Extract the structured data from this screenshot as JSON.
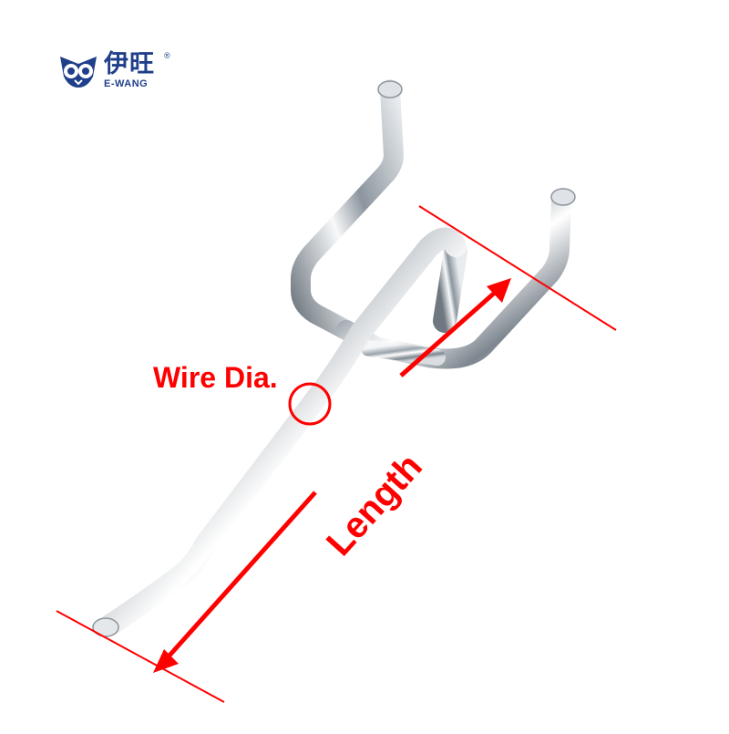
{
  "brand": {
    "name_cn": "伊旺",
    "name_en": "E-WANG",
    "registered_mark": "®",
    "color": "#1f3f8a"
  },
  "annotations": {
    "wire_dia_label": "Wire Dia.",
    "length_label": "Length",
    "color": "#ff0000"
  },
  "product": {
    "description_icon": "pegboard-hook-icon"
  }
}
